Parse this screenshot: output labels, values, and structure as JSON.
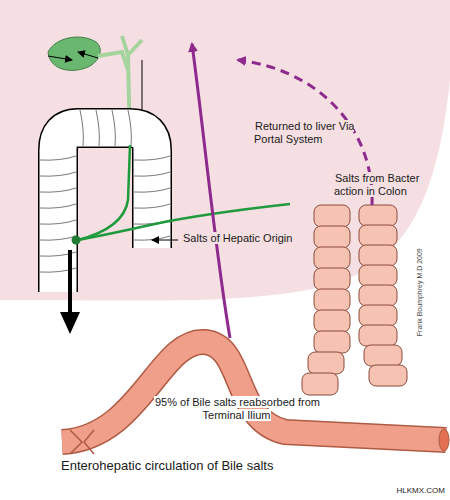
{
  "diagram": {
    "caption": "Enterohepatic circulation of Bile salts",
    "labels": [
      "Salts from Bacter action in Colon",
      "Returned to liver Via Portal System",
      "Salts of Hepatic Origin",
      "95% of Bile salts reabsorbed from Terminal Ilium",
      "Frank Boumphrey M.D 2009",
      "HLKMX.COM"
    ]
  }
}
